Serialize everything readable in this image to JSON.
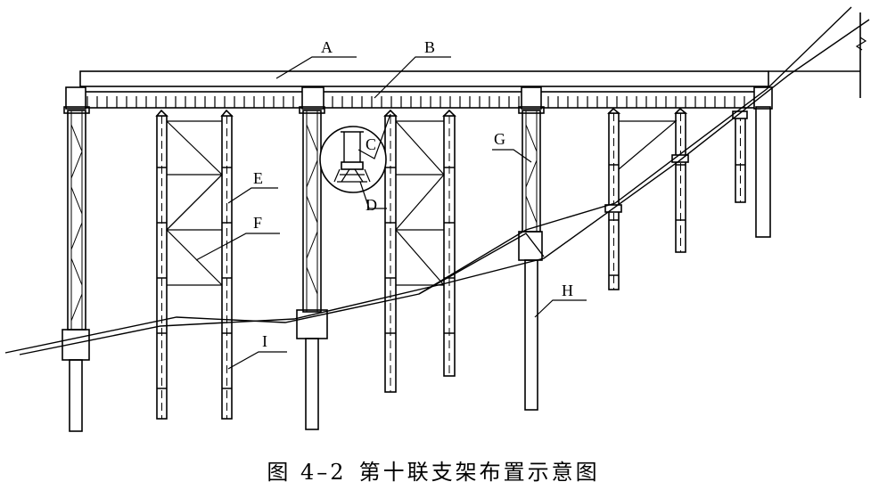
{
  "figure": {
    "caption_number": "图 4–2",
    "caption_title": "第十联支架布置示意图"
  },
  "labels": {
    "A": "A",
    "B": "B",
    "C": "C",
    "D": "D",
    "E": "E",
    "F": "F",
    "G": "G",
    "H": "H",
    "I": "I"
  }
}
